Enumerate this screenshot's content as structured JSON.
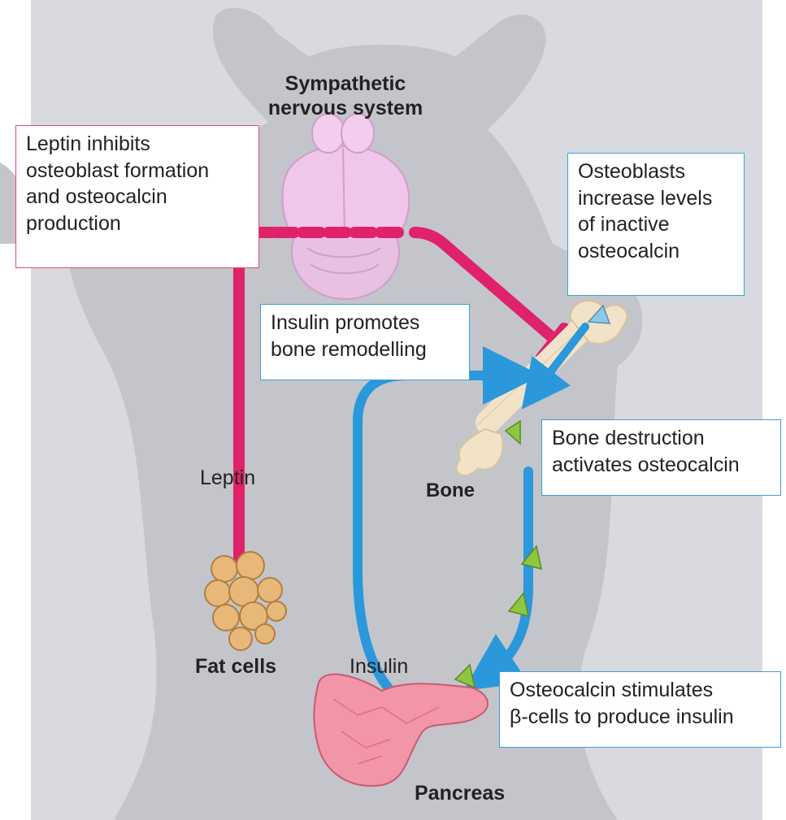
{
  "colors": {
    "leptin_path": "#e0226b",
    "insulin_path": "#2a98db",
    "background_panel": "#d9dadf",
    "silhouette": "#bfc1c6",
    "brain": "#eec2e6",
    "bone": "#f2e3c8",
    "fat": "#e4b67a",
    "pancreas": "#f08aa0",
    "osteocalcin_active": "#8fc641",
    "osteocalcin_inactive": "#8ec8e8"
  },
  "labels": {
    "sympathetic_line1": "Sympathetic",
    "sympathetic_line2": "nervous system",
    "leptin": "Leptin",
    "fat_cells": "Fat cells",
    "insulin": "Insulin",
    "bone": "Bone",
    "pancreas": "Pancreas"
  },
  "boxes": {
    "leptin_inhibits": [
      "Leptin inhibits",
      "osteoblast formation",
      "and osteocalcin",
      "production"
    ],
    "osteoblasts": [
      "Osteoblasts",
      "increase levels",
      "of inactive",
      "osteocalcin"
    ],
    "insulin_promotes": [
      "Insulin promotes",
      "bone remodelling"
    ],
    "bone_destruction": [
      "Bone destruction",
      "activates osteocalcin"
    ],
    "osteocalcin_stimulates": [
      "Osteocalcin stimulates",
      "β-cells to produce insulin"
    ]
  }
}
